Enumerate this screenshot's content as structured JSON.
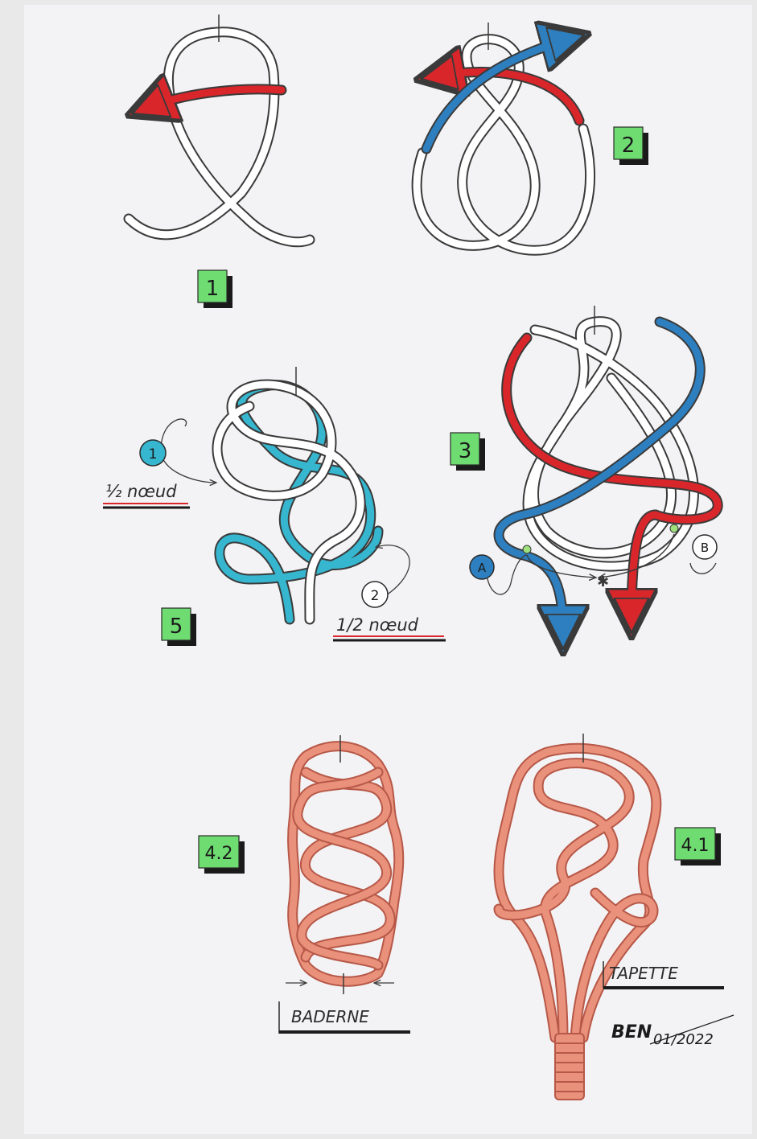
{
  "colors": {
    "paper": "#f2f2f4",
    "cord": "#ffffff",
    "outline": "#3a3a3a",
    "red": "#d8262b",
    "blue": "#2d7fbf",
    "cyan": "#36b6cf",
    "salmon": "#e9917b",
    "salmon_dark": "#b75848",
    "badge_green": "#6fdc72"
  },
  "steps": {
    "s1": "1",
    "s2": "2",
    "s3": "3",
    "s5": "5",
    "s42": "4.2",
    "s41": "4.1"
  },
  "markers": {
    "m1": "1",
    "m2": "2",
    "ma": "A",
    "mb": "B"
  },
  "labels": {
    "half_knot_1": "½ nœud",
    "half_knot_2": "1/2 nœud",
    "baderne": "BADERNE",
    "tapette": "TAPETTE",
    "signature_name": "BEN",
    "signature_date": "01/2022"
  }
}
